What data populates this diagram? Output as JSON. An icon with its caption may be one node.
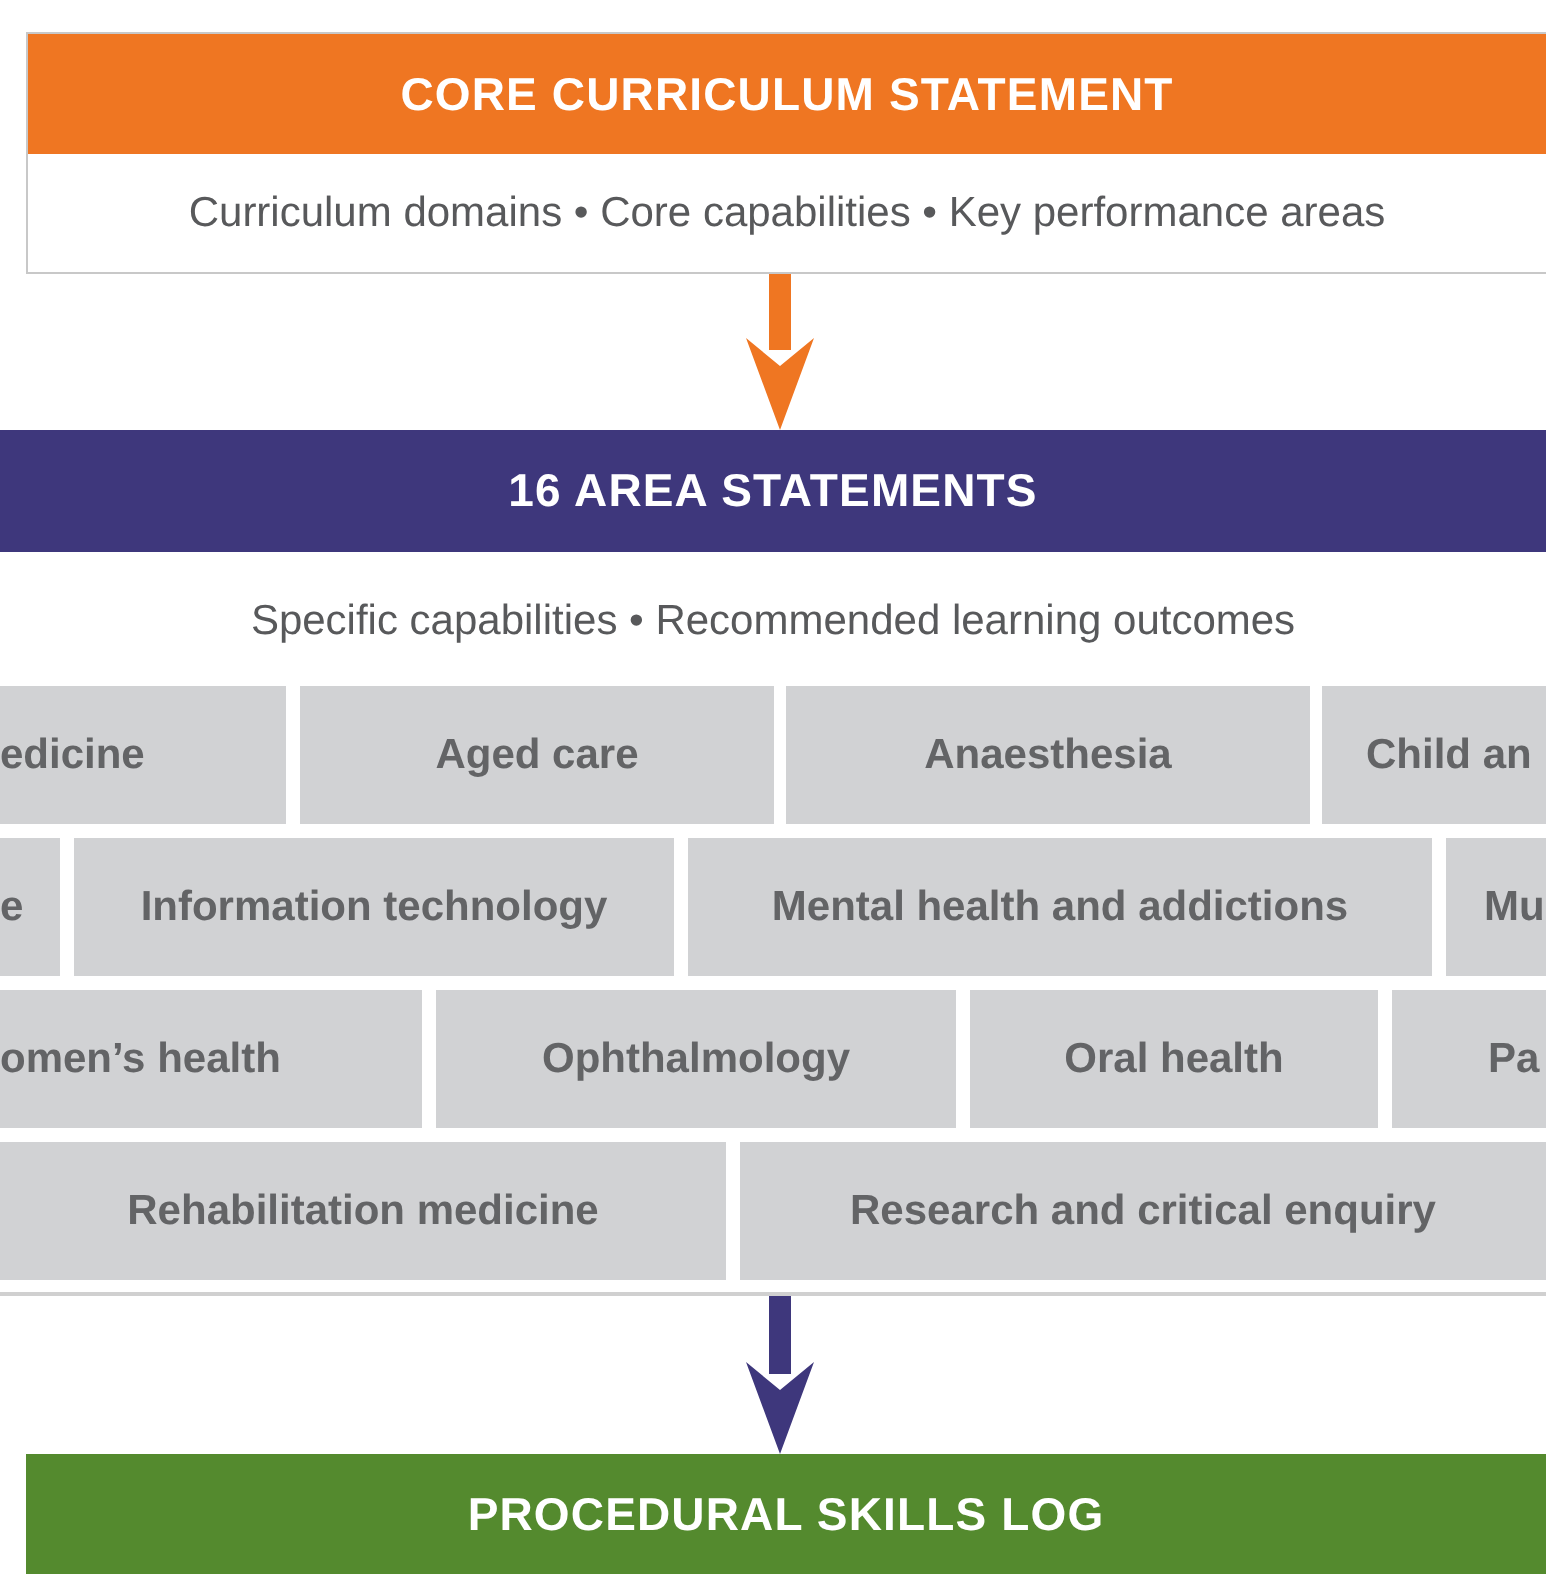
{
  "diagram": {
    "nodes": [
      {
        "text": [
          "CORE CURRICULUM STATEMENT",
          "Curriculum domains • Core capabilities • Key performance areas"
        ]
      },
      {
        "text": [
          "16 AREA STATEMENTS",
          "Specific capabilities • Recommended learning outcomes"
        ]
      },
      {
        "text": [
          "edicine"
        ],
        "in": 1
      },
      {
        "text": [
          "Aged care"
        ],
        "in": 1
      },
      {
        "text": [
          "Anaesthesia"
        ],
        "in": 1
      },
      {
        "text": [
          "Child an"
        ],
        "in": 1
      },
      {
        "text": [
          "e"
        ],
        "in": 1
      },
      {
        "text": [
          "Information technology"
        ],
        "in": 1
      },
      {
        "text": [
          "Mental health and addictions"
        ],
        "in": 1
      },
      {
        "text": [
          "Mu"
        ],
        "in": 1
      },
      {
        "text": [
          "omen’s health"
        ],
        "in": 1
      },
      {
        "text": [
          "Ophthalmology"
        ],
        "in": 1
      },
      {
        "text": [
          "Oral health"
        ],
        "in": 1
      },
      {
        "text": [
          "Pa"
        ],
        "in": 1
      },
      {
        "text": [
          "Rehabilitation medicine"
        ],
        "in": 1
      },
      {
        "text": [
          "Research and critical enquiry"
        ],
        "in": 1
      },
      {
        "text": [
          "PROCEDURAL SKILLS LOG"
        ]
      }
    ],
    "edges": [
      {
        "from": 0,
        "to": 1,
        "arrow": "to",
        "color": "#ef7622"
      },
      {
        "from": 1,
        "to": 16,
        "arrow": "to",
        "color": "#3e377c"
      }
    ]
  }
}
